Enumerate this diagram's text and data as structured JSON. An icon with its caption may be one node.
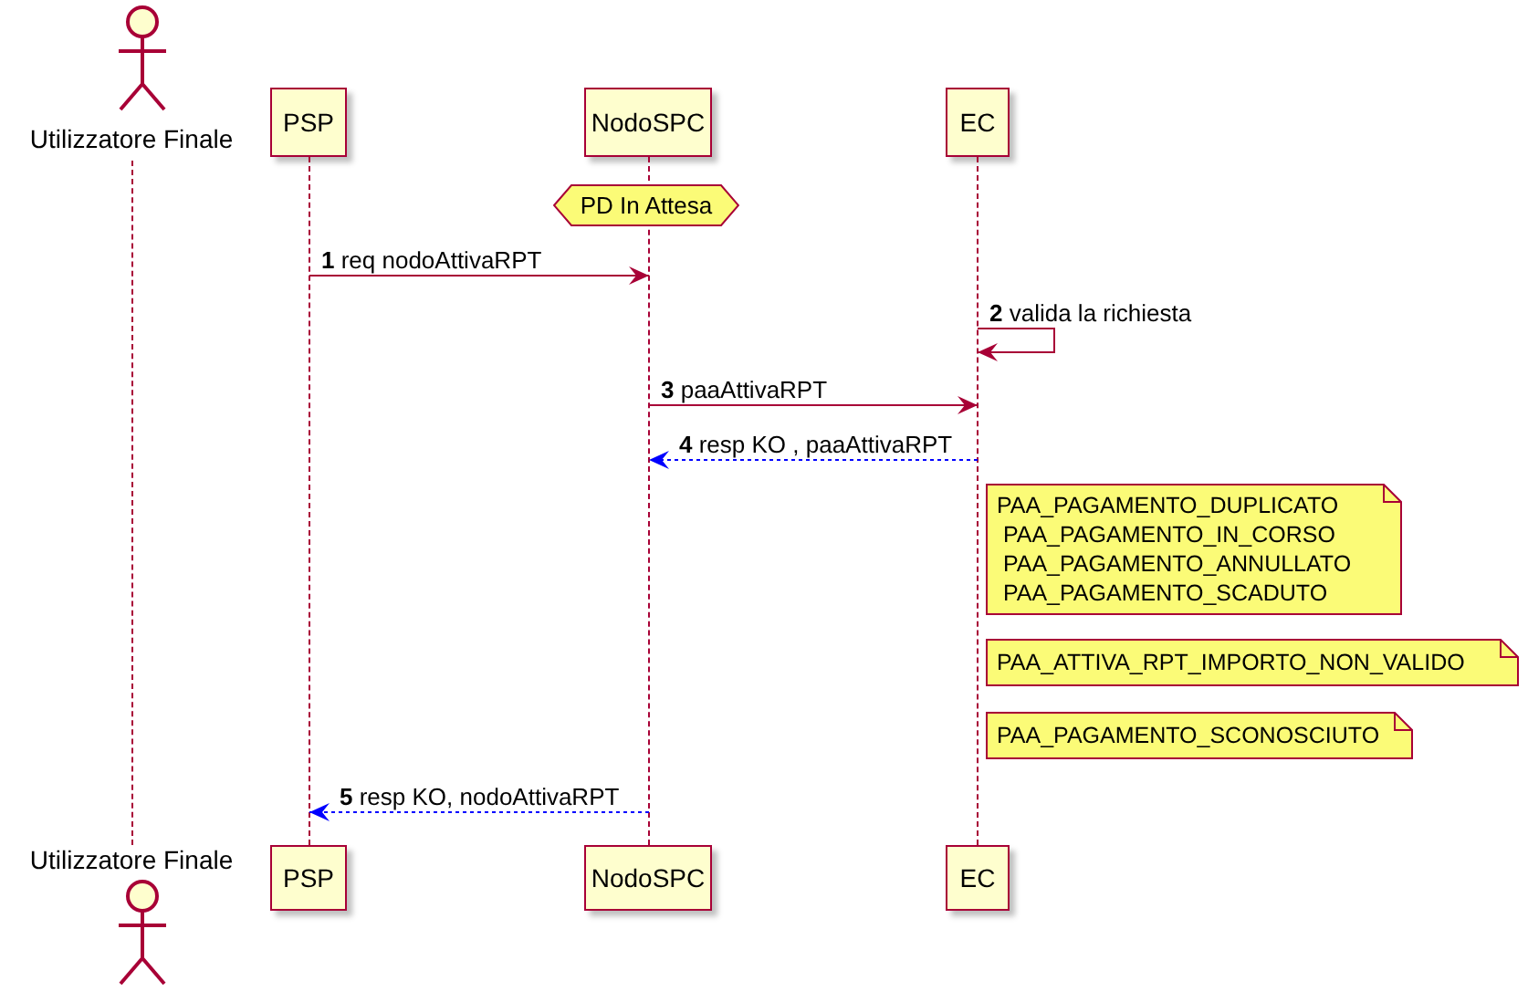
{
  "diagram": {
    "nodes": [
      {
        "text": [
          "Utilizzatore Finale"
        ]
      },
      {
        "text": [
          "PSP"
        ]
      },
      {
        "text": [
          "NodoSPC"
        ]
      },
      {
        "text": [
          "EC"
        ]
      },
      {
        "text": [],
        "shape": "bar"
      },
      {
        "text": [],
        "shape": "bar"
      },
      {
        "text": [],
        "shape": "bar"
      },
      {
        "text": [],
        "shape": "bar"
      },
      {
        "text": [
          "PD In Attesa"
        ]
      },
      {
        "text": [
          "PAA_PAGAMENTO_DUPLICATO",
          " PAA_PAGAMENTO_IN_CORSO",
          " PAA_PAGAMENTO_ANNULLATO",
          " PAA_PAGAMENTO_SCADUTO"
        ]
      },
      {
        "text": [
          "PAA_ATTIVA_RPT_IMPORTO_NON_VALIDO"
        ]
      },
      {
        "text": [
          "PAA_PAGAMENTO_SCONOSCIUTO"
        ]
      },
      {
        "text": [
          "Utilizzatore Finale"
        ]
      },
      {
        "text": [
          "PSP"
        ]
      },
      {
        "text": [
          "NodoSPC"
        ]
      },
      {
        "text": [
          "EC"
        ]
      }
    ],
    "edges": [
      {
        "from": 5,
        "to": 6,
        "arrow": "to",
        "label": "**1** req nodoAttivaRPT"
      },
      {
        "from": 7,
        "to": 7,
        "arrow": "to",
        "label": "**2** valida la richiesta"
      },
      {
        "from": 6,
        "to": 7,
        "arrow": "to",
        "label": "**3** paaAttivaRPT"
      },
      {
        "from": 7,
        "to": 6,
        "arrow": "to",
        "label": "**4** resp KO , paaAttivaRPT",
        "style": "dashed",
        "color": "#0000ff"
      },
      {
        "from": 6,
        "to": 5,
        "arrow": "to",
        "label": "**5** resp KO, nodoAttivaRPT",
        "style": "dashed",
        "color": "#0000ff"
      }
    ]
  }
}
